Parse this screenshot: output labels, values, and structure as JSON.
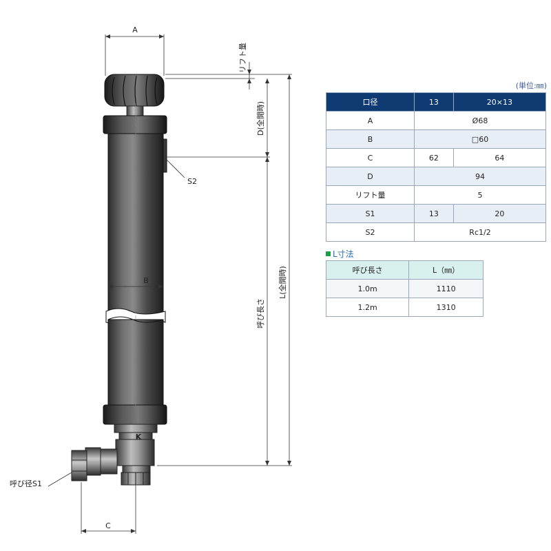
{
  "dims": {
    "A": "A",
    "lift": "リフト量",
    "D": "D(全開時)",
    "S2": "S2",
    "B": "B",
    "L": "L(全開時)",
    "nominal_length": "呼び長さ",
    "S1": "呼び径S1",
    "C": "C",
    "K": "K"
  },
  "unit_note": "(単位:㎜)",
  "spec_table": {
    "headers": [
      "口径",
      "13",
      "20×13"
    ],
    "rows": [
      {
        "label": "A",
        "v13": "Ø68",
        "v20": "",
        "merged": true
      },
      {
        "label": "B",
        "v13": "□60",
        "v20": "",
        "merged": true
      },
      {
        "label": "C",
        "v13": "62",
        "v20": "64",
        "merged": false
      },
      {
        "label": "D",
        "v13": "94",
        "v20": "",
        "merged": true
      },
      {
        "label": "リフト量",
        "v13": "5",
        "v20": "",
        "merged": true
      },
      {
        "label": "S1",
        "v13": "13",
        "v20": "20",
        "merged": false
      },
      {
        "label": "S2",
        "v13": "Rc1/2",
        "v20": "",
        "merged": true
      }
    ]
  },
  "l_table": {
    "title": "L寸法",
    "headers": [
      "呼び長さ",
      "L（㎜）"
    ],
    "rows": [
      {
        "length": "1.0m",
        "L": "1110"
      },
      {
        "length": "1.2m",
        "L": "1310"
      }
    ]
  }
}
